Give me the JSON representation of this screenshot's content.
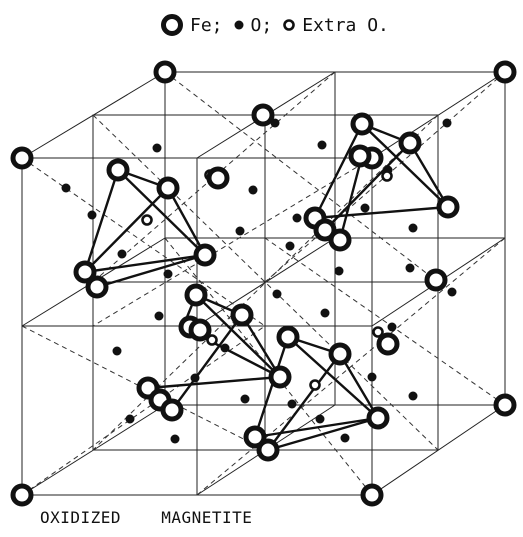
{
  "legend": {
    "fe_label": "Fe;",
    "o_label": "O;",
    "extra_label": "Extra O."
  },
  "caption": {
    "word1": "OXIDIZED",
    "word2": "MAGNETITE"
  },
  "colors": {
    "ink": "#111111",
    "background": "#ffffff"
  }
}
